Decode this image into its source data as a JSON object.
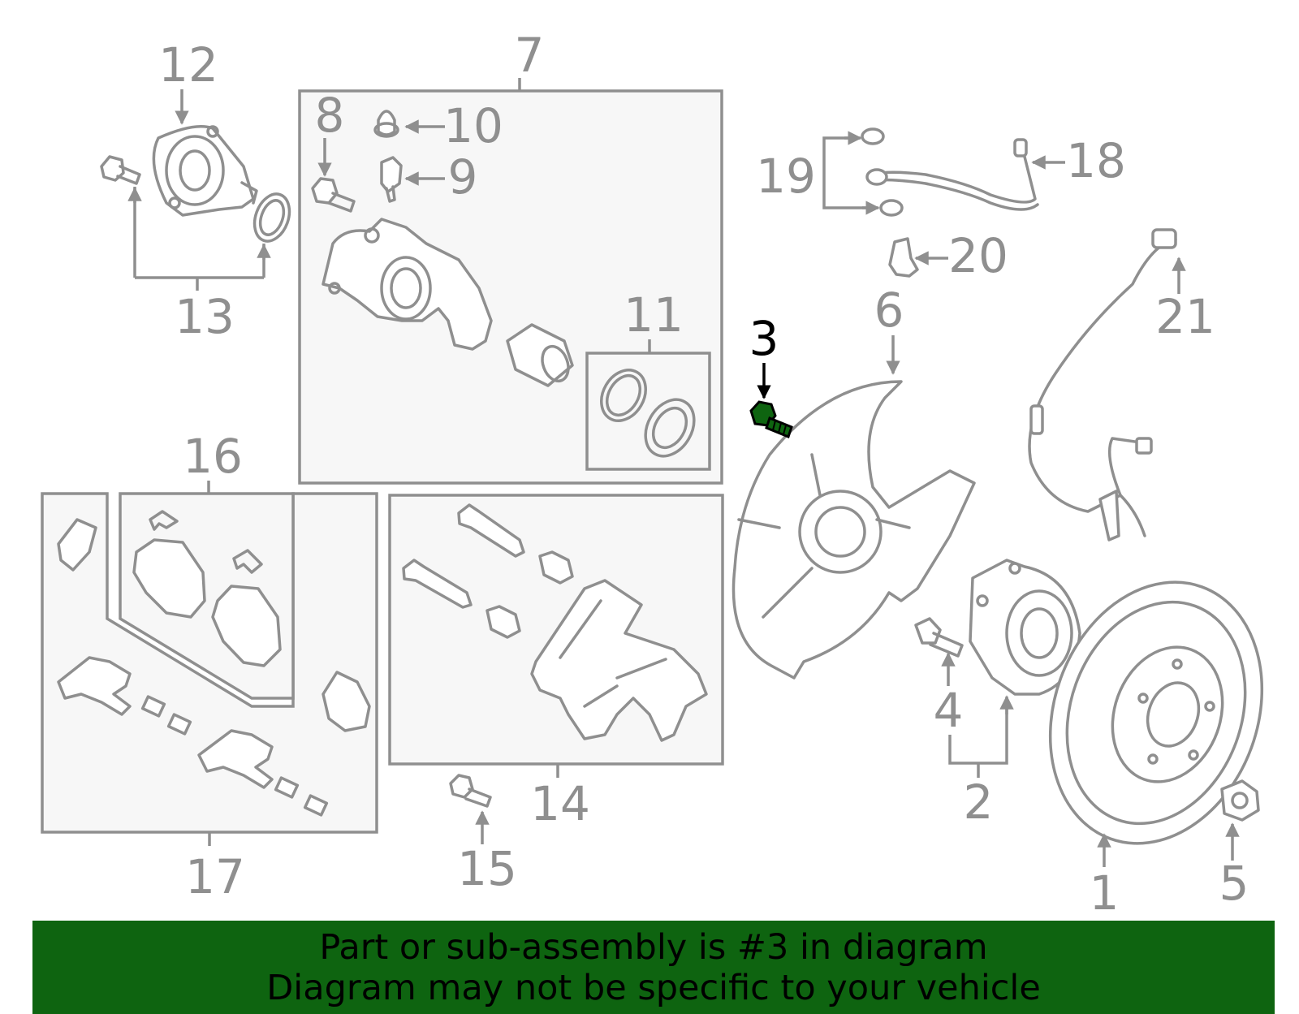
{
  "colors": {
    "footer_background": "#0e6410",
    "highlight": "#0e6410",
    "line": "#8f8f8f",
    "background": "#ffffff"
  },
  "callouts": {
    "c1": "1",
    "c2": "2",
    "c3": "3",
    "c4": "4",
    "c5": "5",
    "c6": "6",
    "c7": "7",
    "c8": "8",
    "c9": "9",
    "c10": "10",
    "c11": "11",
    "c12": "12",
    "c13": "13",
    "c14": "14",
    "c15": "15",
    "c16": "16",
    "c17": "17",
    "c18": "18",
    "c19": "19",
    "c20": "20",
    "c21": "21"
  },
  "highlighted_part": "3",
  "footer": {
    "line1": "Part or sub-assembly is #3 in diagram",
    "line2": "Diagram may not be specific to your vehicle"
  }
}
